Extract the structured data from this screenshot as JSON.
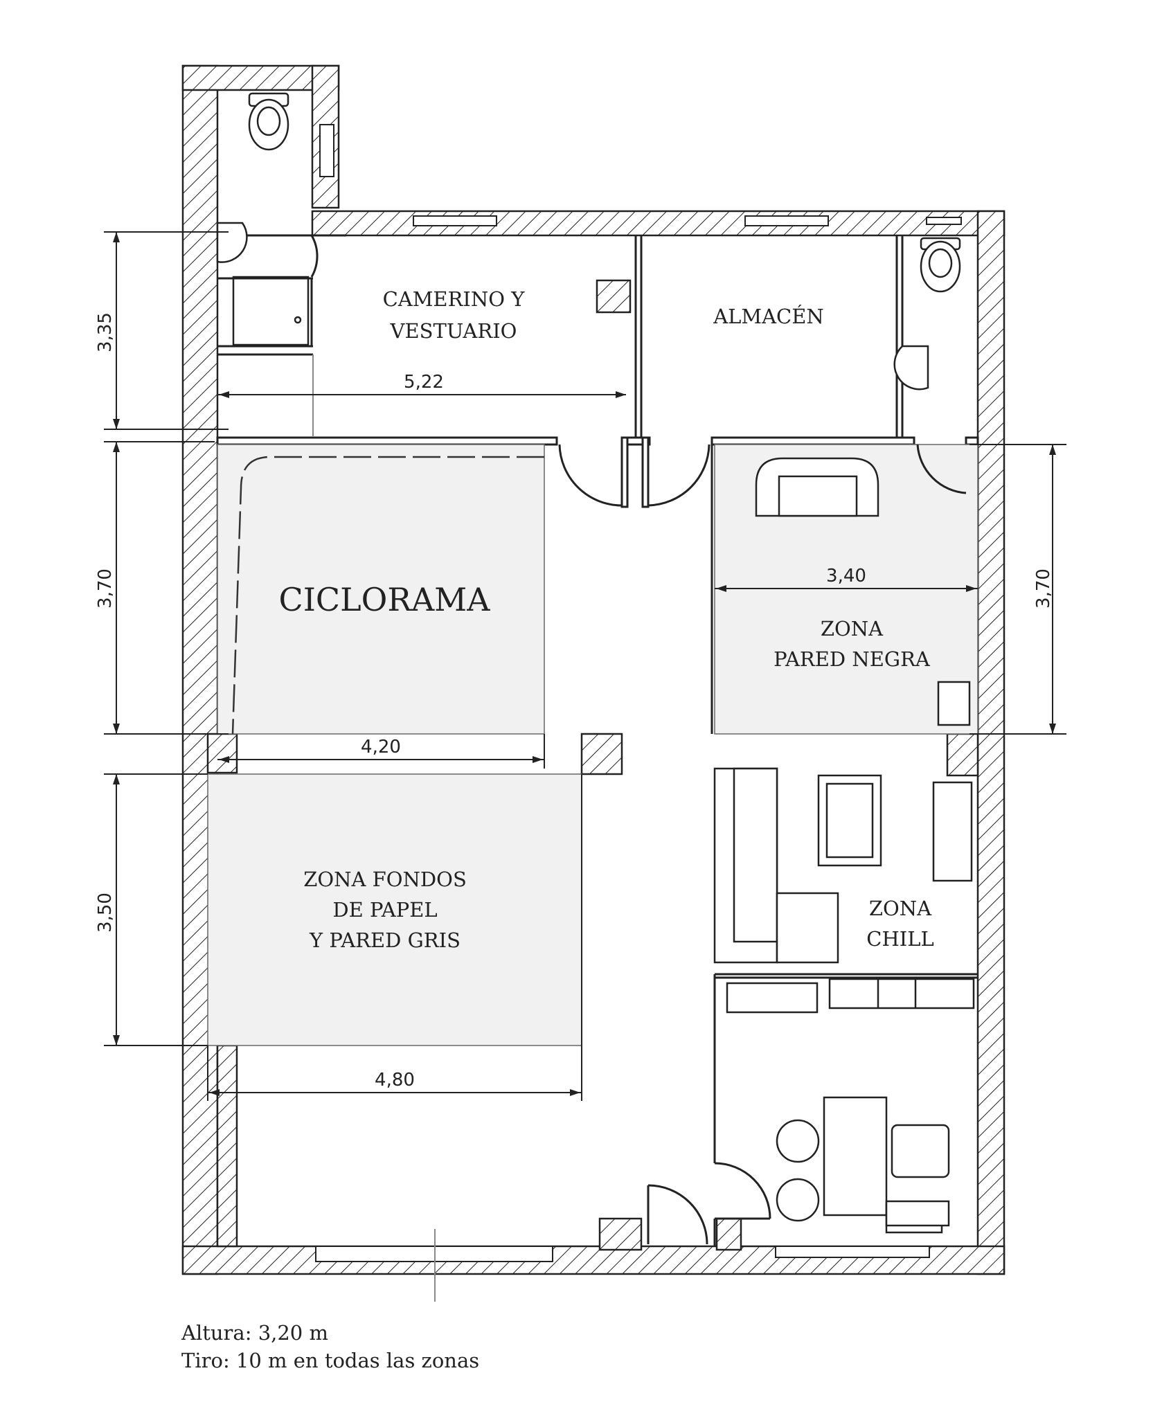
{
  "rooms": {
    "camerino_1": "CAMERINO Y",
    "camerino_2": "VESTUARIO",
    "almacen": "ALMACÉN",
    "ciclorama": "CICLORAMA",
    "pared_negra_1": "ZONA",
    "pared_negra_2": "PARED NEGRA",
    "fondos_1": "ZONA FONDOS",
    "fondos_2": "DE PAPEL",
    "fondos_3": "Y PARED GRIS",
    "chill_1": "ZONA",
    "chill_2": "CHILL"
  },
  "dimensions": {
    "d_335": "3,35",
    "d_522": "5,22",
    "d_370_left": "3,70",
    "d_370_right": "3,70",
    "d_340": "3,40",
    "d_420": "4,20",
    "d_350": "3,50",
    "d_480": "4,80"
  },
  "notes": {
    "height": "Altura: 3,20 m",
    "throw": "Tiro: 10 m en todas las zonas"
  }
}
